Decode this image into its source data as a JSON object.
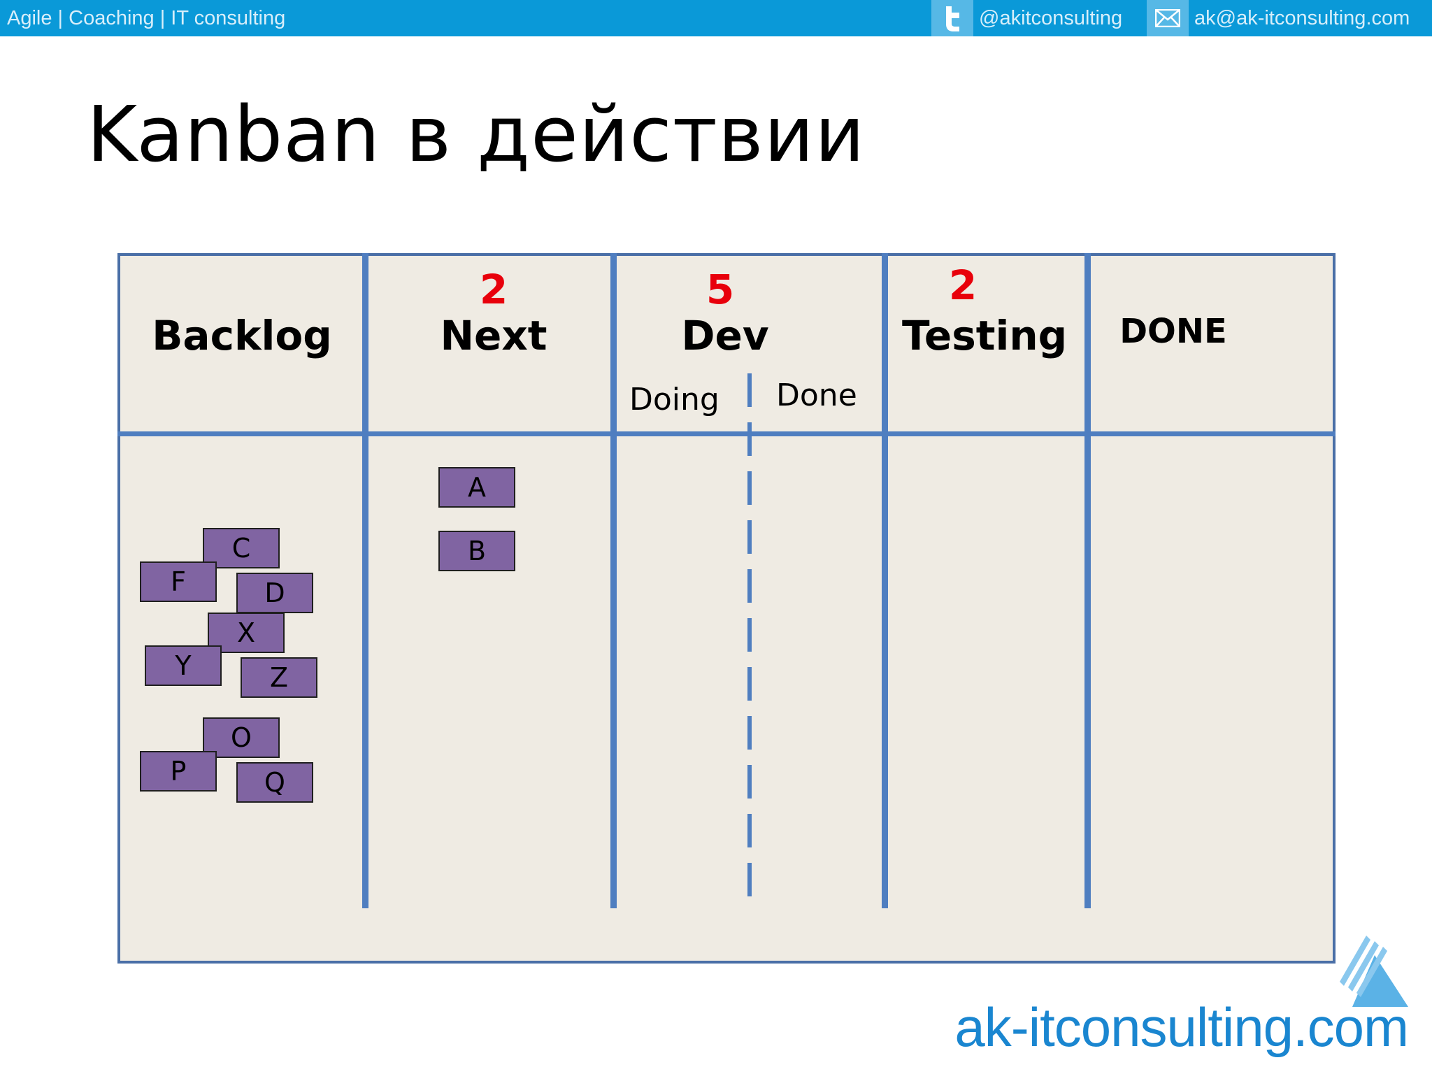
{
  "header": {
    "tagline": "Agile | Coaching | IT consulting",
    "twitter": {
      "icon": "twitter-icon",
      "handle": "@akitconsulting"
    },
    "email": {
      "icon": "mail-icon",
      "address": "ak@ak-itconsulting.com"
    }
  },
  "title": "Kanban в действии",
  "board": {
    "columns": [
      {
        "label": "Backlog",
        "wip": ""
      },
      {
        "label": "Next",
        "wip": "2"
      },
      {
        "label": "Dev",
        "wip": "5",
        "subcolumns": [
          "Doing",
          "Done"
        ]
      },
      {
        "label": "Testing",
        "wip": "2"
      },
      {
        "label": "DONE",
        "wip": ""
      }
    ],
    "cards": {
      "next": [
        "A",
        "B"
      ],
      "backlog": [
        "C",
        "F",
        "D",
        "X",
        "Y",
        "Z",
        "O",
        "P",
        "Q"
      ]
    }
  },
  "footer": {
    "logo_text": "ak-itconsulting.com"
  },
  "colors": {
    "header_bar": "#0a99d8",
    "board_bg": "#efebe3",
    "board_lines": "#4f7ec0",
    "card_fill": "#8064a2",
    "wip_limit": "#e8000b",
    "logo": "#1a86d0"
  }
}
